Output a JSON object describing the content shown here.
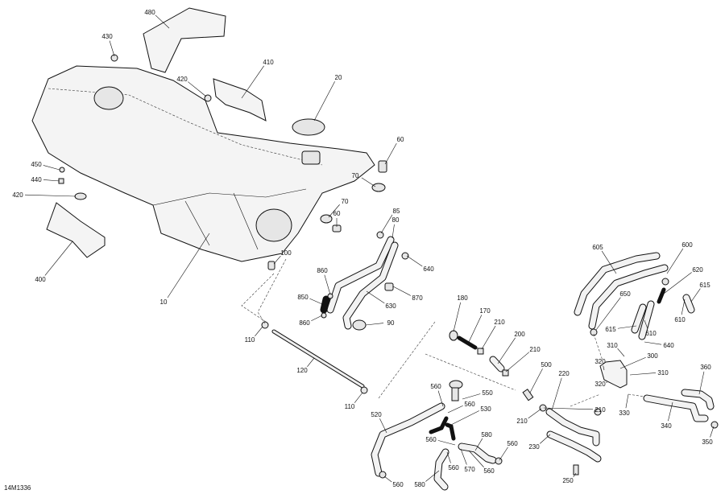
{
  "diagram_id": "14M1336",
  "part_labels": [
    "480",
    "430",
    "410",
    "420",
    "20",
    "60",
    "450",
    "440",
    "70",
    "420",
    "70",
    "60",
    "85",
    "80",
    "640",
    "100",
    "860",
    "850",
    "870",
    "630",
    "860",
    "90",
    "400",
    "10",
    "180",
    "170",
    "210",
    "200",
    "210",
    "110",
    "120",
    "110",
    "500",
    "220",
    "210",
    "230",
    "250",
    "560",
    "550",
    "560",
    "530",
    "520",
    "560",
    "580",
    "560",
    "570",
    "560",
    "560",
    "580",
    "560",
    "210",
    "605",
    "600",
    "620",
    "650",
    "615",
    "615",
    "610",
    "610",
    "640",
    "310",
    "300",
    "320",
    "310",
    "320",
    "330",
    "360",
    "340",
    "350"
  ]
}
